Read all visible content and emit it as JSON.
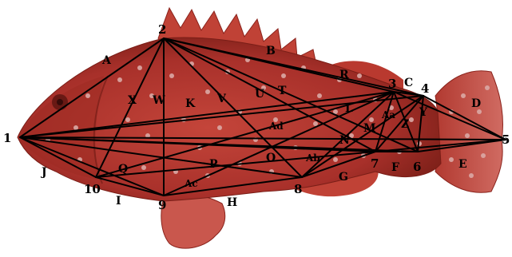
{
  "colors": {
    "body_main": "#b8372c",
    "body_dark": "#7a1e17",
    "body_light": "#d46a5c",
    "fin": "#c9574d",
    "spots": "#d9a7a4",
    "truss_line": "#000000",
    "label": "#000000"
  },
  "landmarks": [
    {
      "id": "1",
      "label": "1"
    },
    {
      "id": "2",
      "label": "2"
    },
    {
      "id": "3",
      "label": "3"
    },
    {
      "id": "4",
      "label": "4"
    },
    {
      "id": "5",
      "label": "5"
    },
    {
      "id": "6",
      "label": "6"
    },
    {
      "id": "7",
      "label": "7"
    },
    {
      "id": "8",
      "label": "8"
    },
    {
      "id": "9",
      "label": "9"
    },
    {
      "id": "10",
      "label": "10"
    }
  ],
  "distance_labels": [
    "A",
    "B",
    "C",
    "D",
    "E",
    "F",
    "G",
    "H",
    "I",
    "J",
    "K",
    "L",
    "M",
    "N",
    "O",
    "P",
    "Q",
    "R",
    "T",
    "U",
    "V",
    "W",
    "X",
    "Y",
    "Z",
    "Aa",
    "Ab",
    "Ac",
    "Ad"
  ]
}
